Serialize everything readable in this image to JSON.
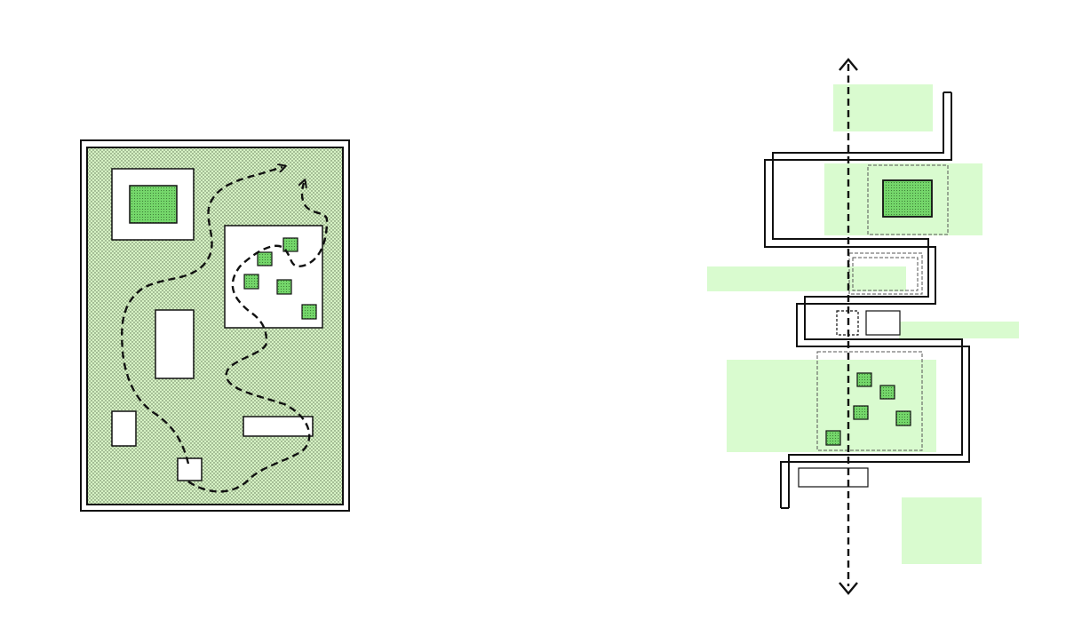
{
  "colors": {
    "background": "#ffffff",
    "site_fill": "#d6f2c4",
    "dot_pattern": "#5a6e50",
    "garden_fill": "#74d66a",
    "pale_green_zone": "#d9fbcf",
    "outline": "#111111",
    "path_line": "#111111"
  },
  "left_diagram": {
    "type": "site plan",
    "elements": [
      "site-boundary",
      "courtyard-block",
      "garden-court",
      "wandering-path-a",
      "wandering-path-b",
      "building-blocks"
    ]
  },
  "right_diagram": {
    "type": "linear axis",
    "elements": [
      "serpentine-building",
      "central-axis",
      "green-zones",
      "garden-beds"
    ]
  }
}
